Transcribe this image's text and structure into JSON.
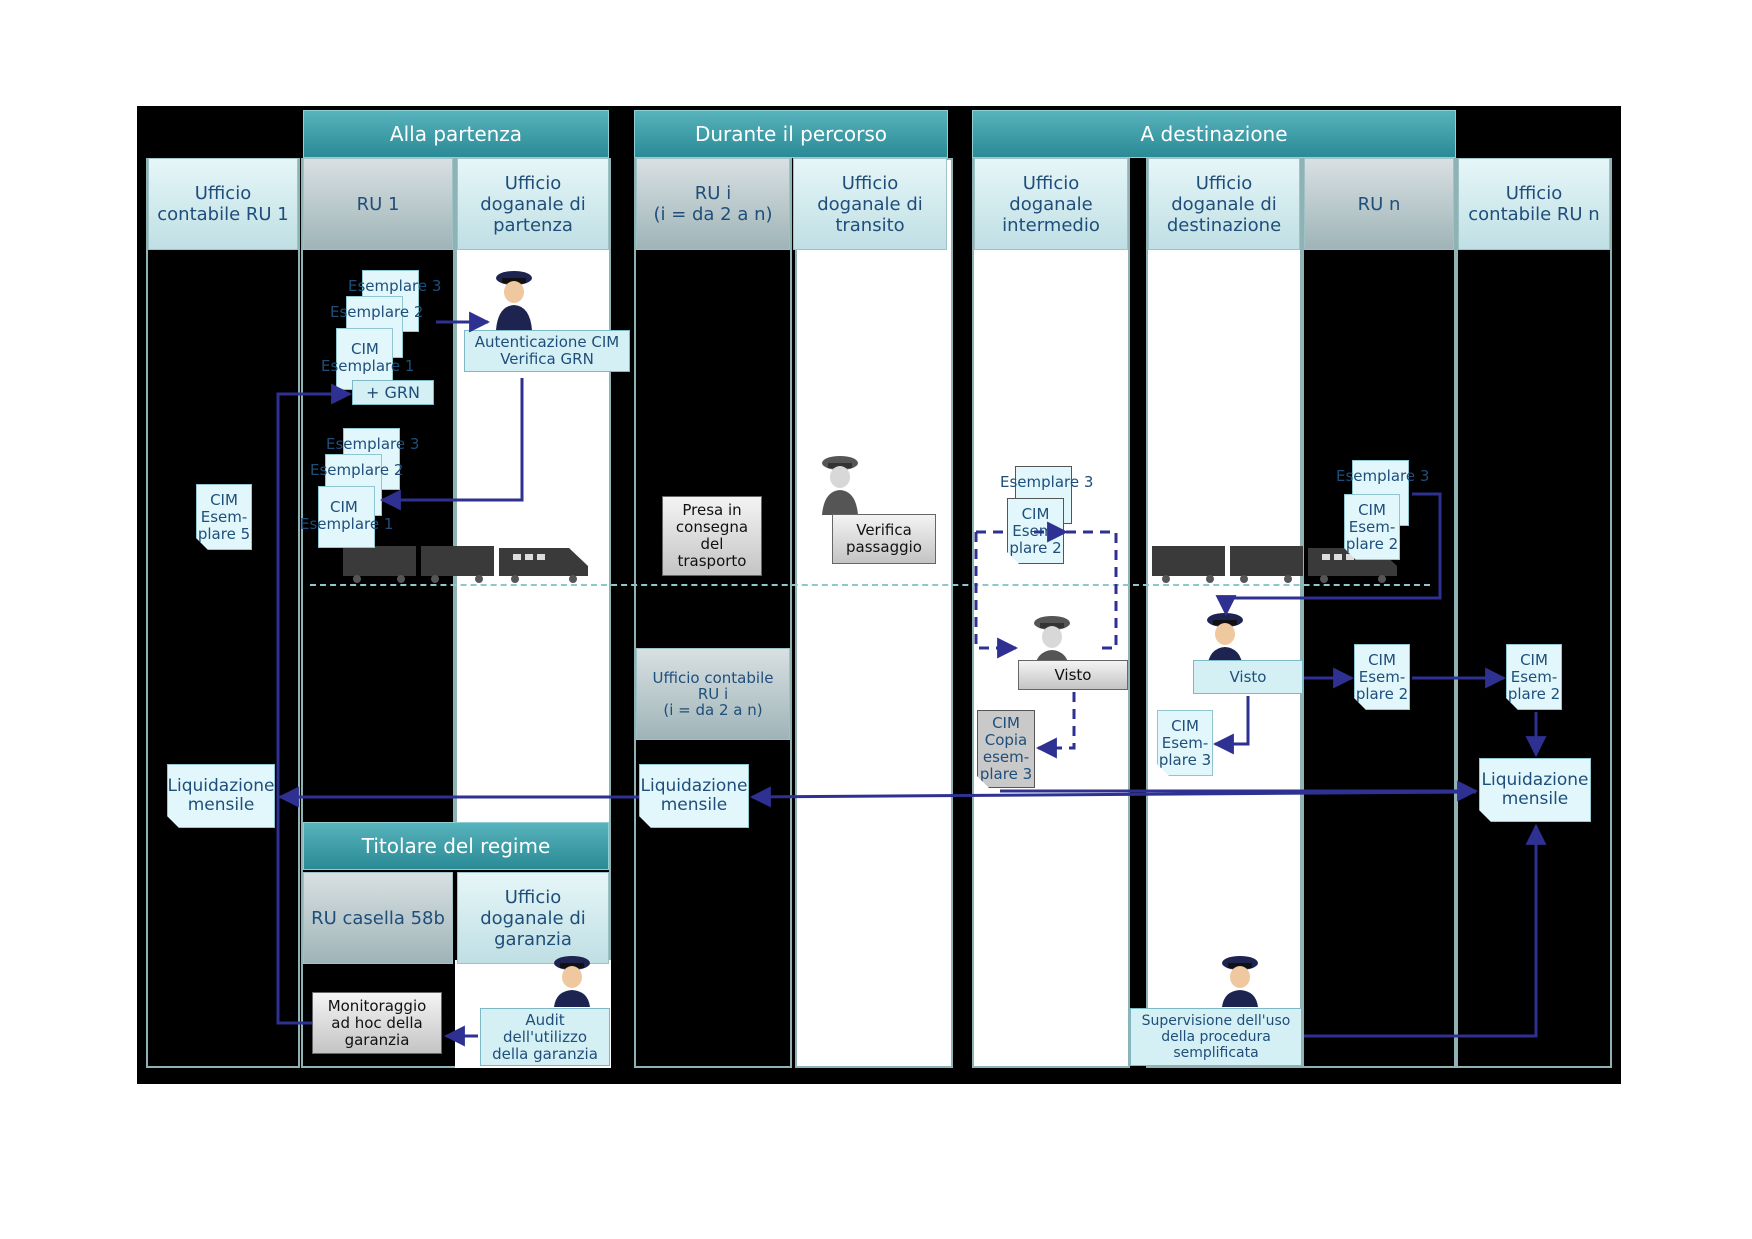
{
  "phases": {
    "departure": "Alla partenza",
    "transit": "Durante il percorso",
    "destination": "A destinazione",
    "holder": "Titolare del regime"
  },
  "lanes": {
    "ufficio_contabile_ru1": "Ufficio\ncontabile RU 1",
    "ru1": "RU 1",
    "ufficio_partenza": "Ufficio\ndoganale di\npartenza",
    "rui": "RU i\n(i = da 2 a n)",
    "ufficio_transito": "Ufficio\ndoganale di\ntransito",
    "ufficio_intermedio": "Ufficio\ndoganale\nintermedio",
    "ufficio_destinazione": "Ufficio\ndoganale di\ndestinazione",
    "run": "RU n",
    "ufficio_contabile_run": "Ufficio\ncontabile RU n",
    "ru_casella": "RU casella 58b",
    "ufficio_garanzia": "Ufficio\ndoganale di\ngaranzia",
    "ufficio_contabile_rui": "Ufficio contabile\nRU i\n(i = da 2 a n)"
  },
  "docs": {
    "esemplare3": "Esemplare 3",
    "esemplare2": "Esemplare 2",
    "cim": "CIM",
    "esemplare1": "Esemplare 1",
    "grn": "+ GRN",
    "cim_es5": "CIM\nEsem-\nplare 5",
    "cim_es2": "CIM\nEsem-\nplare 2",
    "cim_es3": "CIM\nEsem-\nplare 3",
    "cim_copia3": "CIM\nCopia\nesem-\nplare 3",
    "liquidazione": "Liquidazione\nmensile"
  },
  "boxes": {
    "autenticazione": "Autenticazione CIM\nVerifica GRN",
    "presa": "Presa in\nconsegna\ndel\ntrasporto",
    "verifica": "Verifica\npassaggio",
    "visto": "Visto",
    "monitoraggio": "Monitoraggio\nad hoc della\ngaranzia",
    "audit": "Audit\ndell'utilizzo\ndella garanzia",
    "supervisione": "Supervisione dell'uso\ndella procedura\nsemplificata"
  },
  "colors": {
    "arrow": "#2e3192",
    "phase": "#2a8a95",
    "lane_border": "#8fb2b5",
    "text": "#1f4e7a"
  }
}
